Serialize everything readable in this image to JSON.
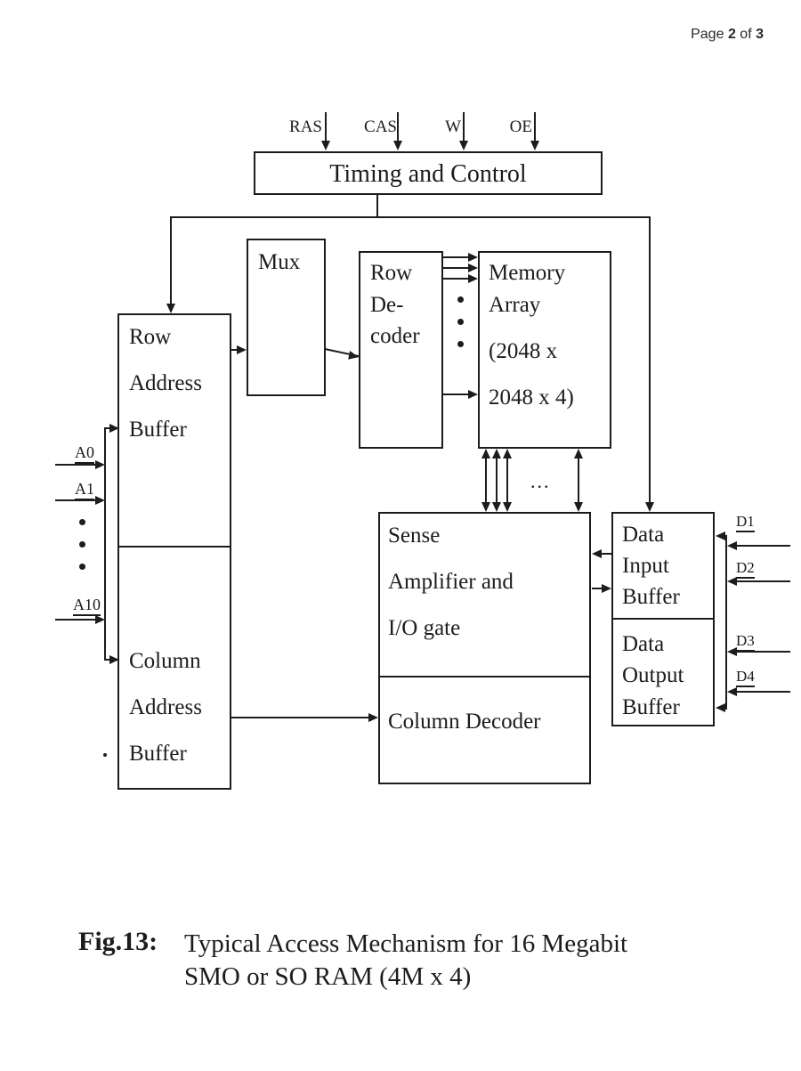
{
  "header": {
    "page_word": "Page",
    "page_number": "2",
    "of_word": "of",
    "page_total": "3"
  },
  "control_signals": [
    "RAS",
    "CAS",
    "W",
    "OE"
  ],
  "address_inputs": [
    "A0",
    "A1",
    "A10"
  ],
  "data_lines": [
    "D1",
    "D2",
    "D3",
    "D4"
  ],
  "blocks": {
    "timing_control": "Timing and Control",
    "mux": "Mux",
    "row_decoder": [
      "Row",
      "De-",
      "coder"
    ],
    "memory_array": [
      "Memory",
      "Array",
      "(2048 x",
      "2048 x 4)"
    ],
    "row_address_buffer": [
      "Row",
      "Address",
      "Buffer"
    ],
    "column_address_buffer": [
      "Column",
      "Address",
      "Buffer"
    ],
    "sense_amplifier": [
      "Sense",
      "Amplifier and",
      "I/O gate"
    ],
    "column_decoder": "Column Decoder",
    "data_input_buffer": [
      "Data",
      "Input",
      "Buffer"
    ],
    "data_output_buffer": [
      "Data",
      "Output",
      "Buffer"
    ]
  },
  "ellipsis": "...",
  "caption": {
    "fig_label": "Fig.13:",
    "line1": "Typical Access Mechanism for 16 Megabit",
    "line2": "SMO or SO RAM (4M x 4)"
  },
  "colors": {
    "ink": "#1c1c1c",
    "paper": "#ffffff"
  }
}
